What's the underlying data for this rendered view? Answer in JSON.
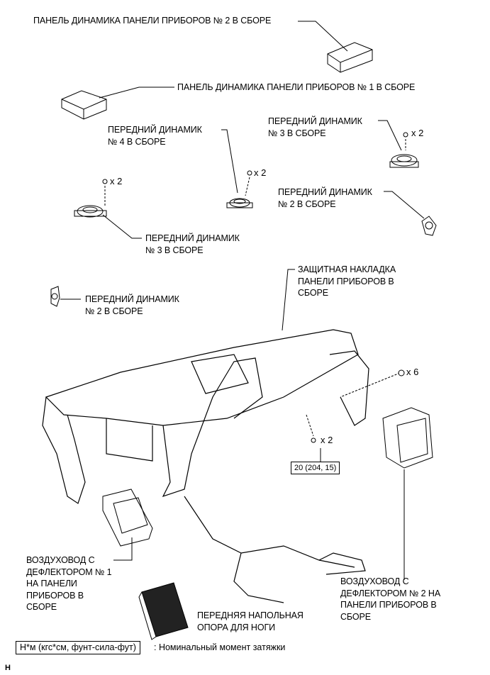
{
  "labels": {
    "speaker_panel_2": "ПАНЕЛЬ ДИНАМИКА ПАНЕЛИ ПРИБОРОВ № 2 В СБОРЕ",
    "speaker_panel_1": "ПАНЕЛЬ ДИНАМИКА ПАНЕЛИ ПРИБОРОВ № 1 В СБОРЕ",
    "front_speaker_4": "ПЕРЕДНИЙ ДИНАМИК\n№ 4 В СБОРЕ",
    "front_speaker_3_right": "ПЕРЕДНИЙ ДИНАМИК\n№ 3 В СБОРЕ",
    "front_speaker_2_right": "ПЕРЕДНИЙ ДИНАМИК\n№ 2 В СБОРЕ",
    "front_speaker_3_left": "ПЕРЕДНИЙ ДИНАМИК\n№ 3 В СБОРЕ",
    "front_speaker_2_left": "ПЕРЕДНИЙ ДИНАМИК\n№ 2 В СБОРЕ",
    "instrument_panel_pad": "ЗАЩИТНАЯ НАКЛАДКА\nПАНЕЛИ ПРИБОРОВ В\nСБОРЕ",
    "air_duct_1": "ВОЗДУХОВОД С\nДЕФЛЕКТОРОМ № 1\nНА ПАНЕЛИ\nПРИБОРОВ В\nСБОРЕ",
    "air_duct_2": "ВОЗДУХОВОД С\nДЕФЛЕКТОРОМ № 2 НА\nПАНЕЛИ ПРИБОРОВ В\nСБОРЕ",
    "foot_rest": "ПЕРЕДНЯЯ НАПОЛЬНАЯ\nОПОРА ДЛЯ НОГИ"
  },
  "quantities": {
    "screw_speaker_3_right": "x 2",
    "screw_speaker_3_left": "x 2",
    "screw_speaker_4": "x 2",
    "bolt_pad_right": "x 6",
    "bolt_pad_bottom": "x 2"
  },
  "torque_value": "20 (204, 15)",
  "legend": {
    "unit_box": "Н*м (кгс*см, фунт-сила-фут)",
    "description": ": Номинальный момент затяжки"
  },
  "figure_code": "H"
}
